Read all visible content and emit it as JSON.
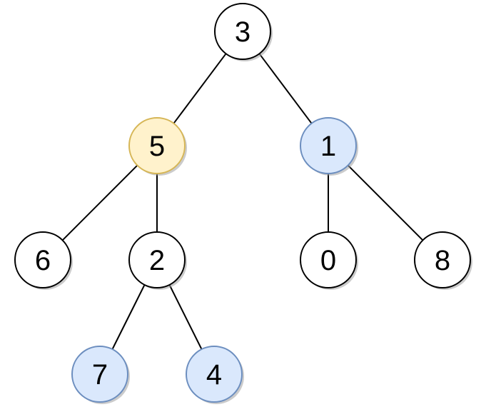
{
  "tree": {
    "colors": {
      "default": {
        "fill": "#ffffff",
        "stroke": "#000000"
      },
      "highlight_target": {
        "fill": "#fff2cc",
        "stroke": "#d6b656"
      },
      "highlight_related": {
        "fill": "#dae8fc",
        "stroke": "#6c8ebf"
      }
    },
    "nodes": [
      {
        "id": "n3",
        "label": "3",
        "style": "default"
      },
      {
        "id": "n5",
        "label": "5",
        "style": "highlight_target"
      },
      {
        "id": "n1",
        "label": "1",
        "style": "highlight_related"
      },
      {
        "id": "n6",
        "label": "6",
        "style": "default"
      },
      {
        "id": "n2",
        "label": "2",
        "style": "default"
      },
      {
        "id": "n0",
        "label": "0",
        "style": "default"
      },
      {
        "id": "n8",
        "label": "8",
        "style": "default"
      },
      {
        "id": "n7",
        "label": "7",
        "style": "highlight_related"
      },
      {
        "id": "n4",
        "label": "4",
        "style": "highlight_related"
      }
    ],
    "edges": [
      {
        "from": "n3",
        "to": "n5"
      },
      {
        "from": "n3",
        "to": "n1"
      },
      {
        "from": "n5",
        "to": "n6"
      },
      {
        "from": "n5",
        "to": "n2"
      },
      {
        "from": "n1",
        "to": "n0"
      },
      {
        "from": "n1",
        "to": "n8"
      },
      {
        "from": "n2",
        "to": "n7"
      },
      {
        "from": "n2",
        "to": "n4"
      }
    ]
  }
}
